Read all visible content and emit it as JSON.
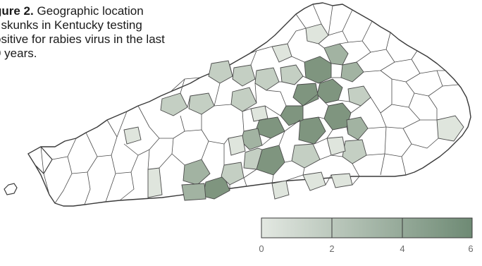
{
  "caption": {
    "label": "gure 2.",
    "line1_rest": " Geographic location",
    "line2": "f skunks in Kentucky testing",
    "line3": "ositive for rabies virus in the last",
    "line4": "9 years."
  },
  "legend": {
    "ticks": [
      "0",
      "2",
      "4",
      "6"
    ],
    "scale_min": 0,
    "scale_max": 6,
    "color_low": "#e3e8e2",
    "color_high": "#6e8a74"
  },
  "colors": {
    "outline": "#3a3a3a",
    "county_border": "#4a4a4a",
    "shade_light": "#dfe5dd",
    "shade_mid_light": "#c4cfc3",
    "shade_mid": "#a2b3a2",
    "shade_dark": "#7f957f"
  }
}
